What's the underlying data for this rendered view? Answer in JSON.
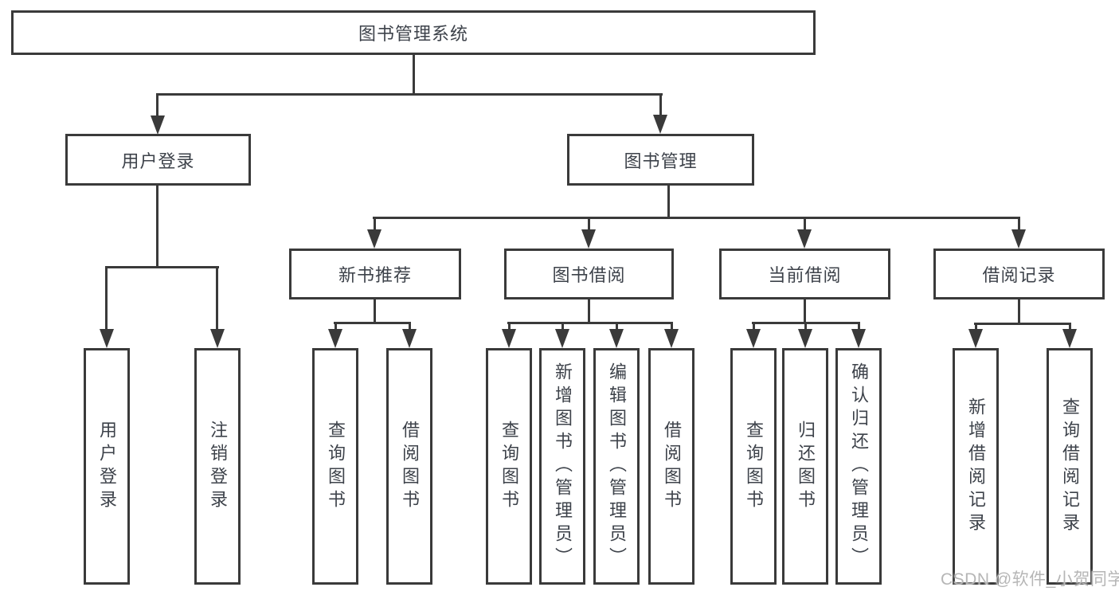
{
  "diagram": {
    "root": "图书管理系统",
    "level2": {
      "user_login": "用户登录",
      "book_management": "图书管理"
    },
    "level3": {
      "new_book_recommend": "新书推荐",
      "book_borrow": "图书借阅",
      "current_borrow": "当前借阅",
      "borrow_records": "借阅记录"
    },
    "leaves": {
      "user_login": [
        "用户登录",
        "注销登录"
      ],
      "new_book_recommend": [
        "查询图书",
        "借阅图书"
      ],
      "book_borrow": [
        "查询图书",
        "新增图书（管理员）",
        "编辑图书（管理员）",
        "借阅图书"
      ],
      "current_borrow": [
        "查询图书",
        "归还图书",
        "确认归还（管理员）"
      ],
      "borrow_records": [
        "新增借阅记录",
        "查询借阅记录"
      ]
    }
  },
  "watermark": "CSDN @软件_小贺同学",
  "colors": {
    "line": "#3a3a3a",
    "text": "#3d424a",
    "watermark": "#b6b6b6",
    "background": "#ffffff"
  }
}
